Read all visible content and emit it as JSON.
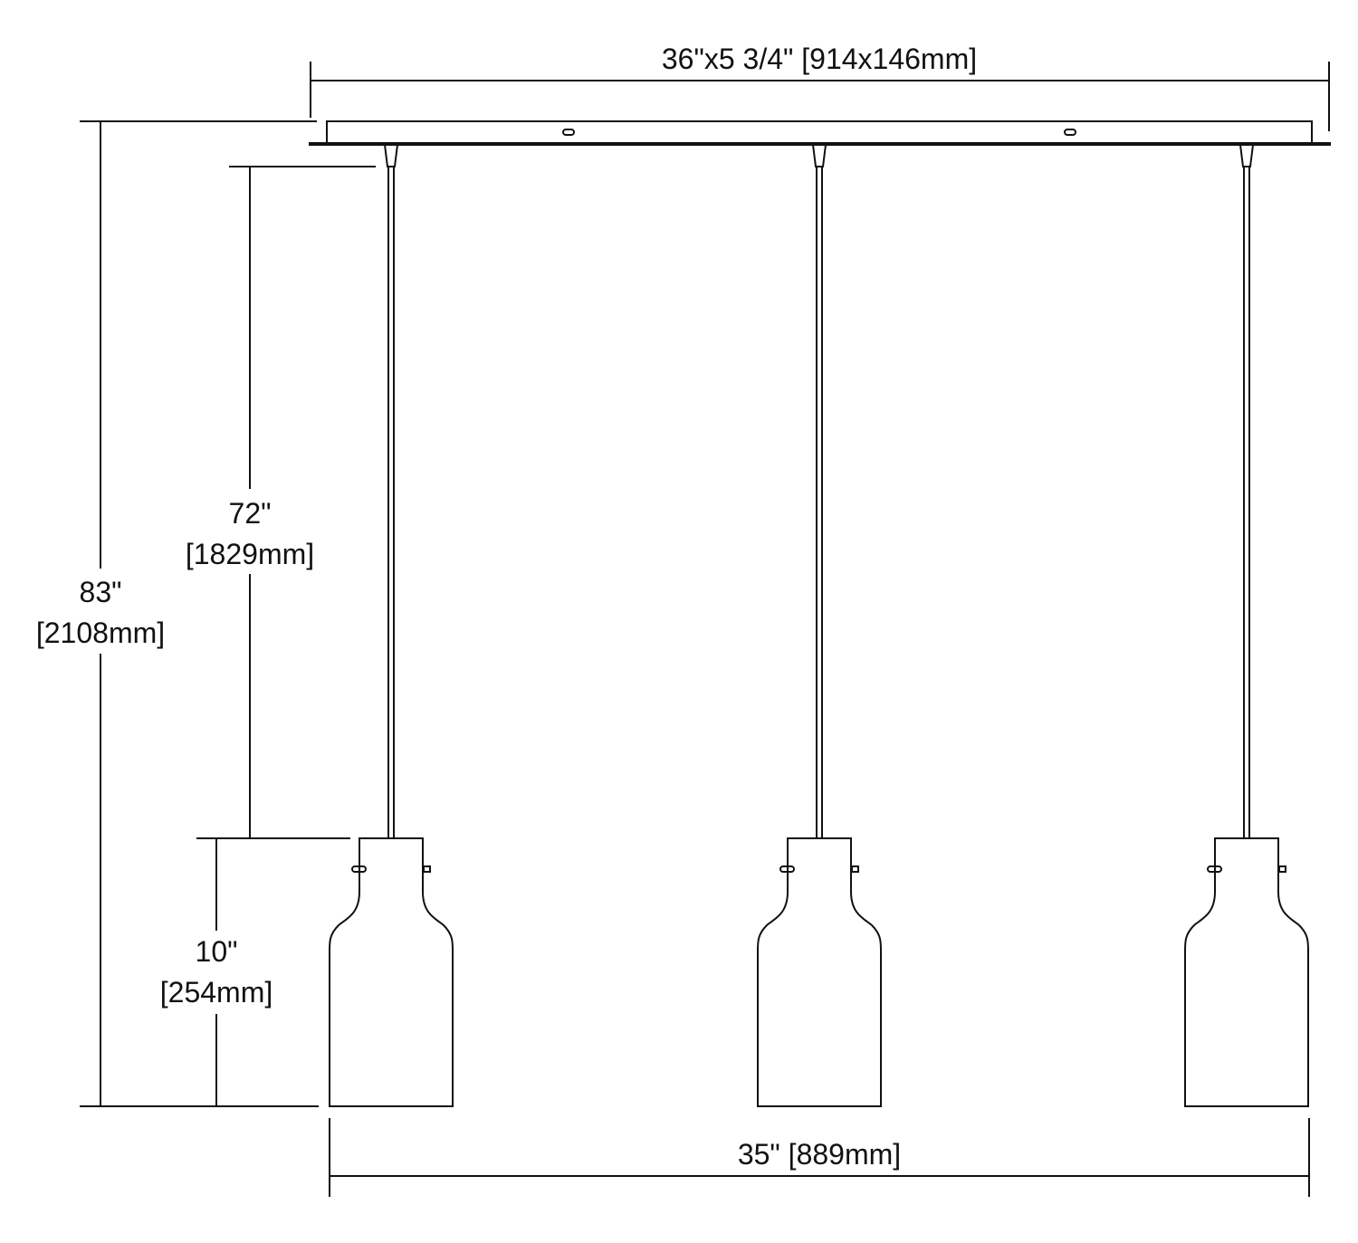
{
  "diagram": {
    "title": "Linear pendant fixture dimensions",
    "canopy_dimension": "36\"x5 3/4\" [914x146mm]",
    "overall_height": {
      "imperial": "83\"",
      "metric": "[2108mm]"
    },
    "cord_length": {
      "imperial": "72\"",
      "metric": "[1829mm]"
    },
    "shade_height": {
      "imperial": "10\"",
      "metric": "[254mm]"
    },
    "overall_width": "35\" [889mm]",
    "pendant_count": 3,
    "line_color": "#111111"
  }
}
